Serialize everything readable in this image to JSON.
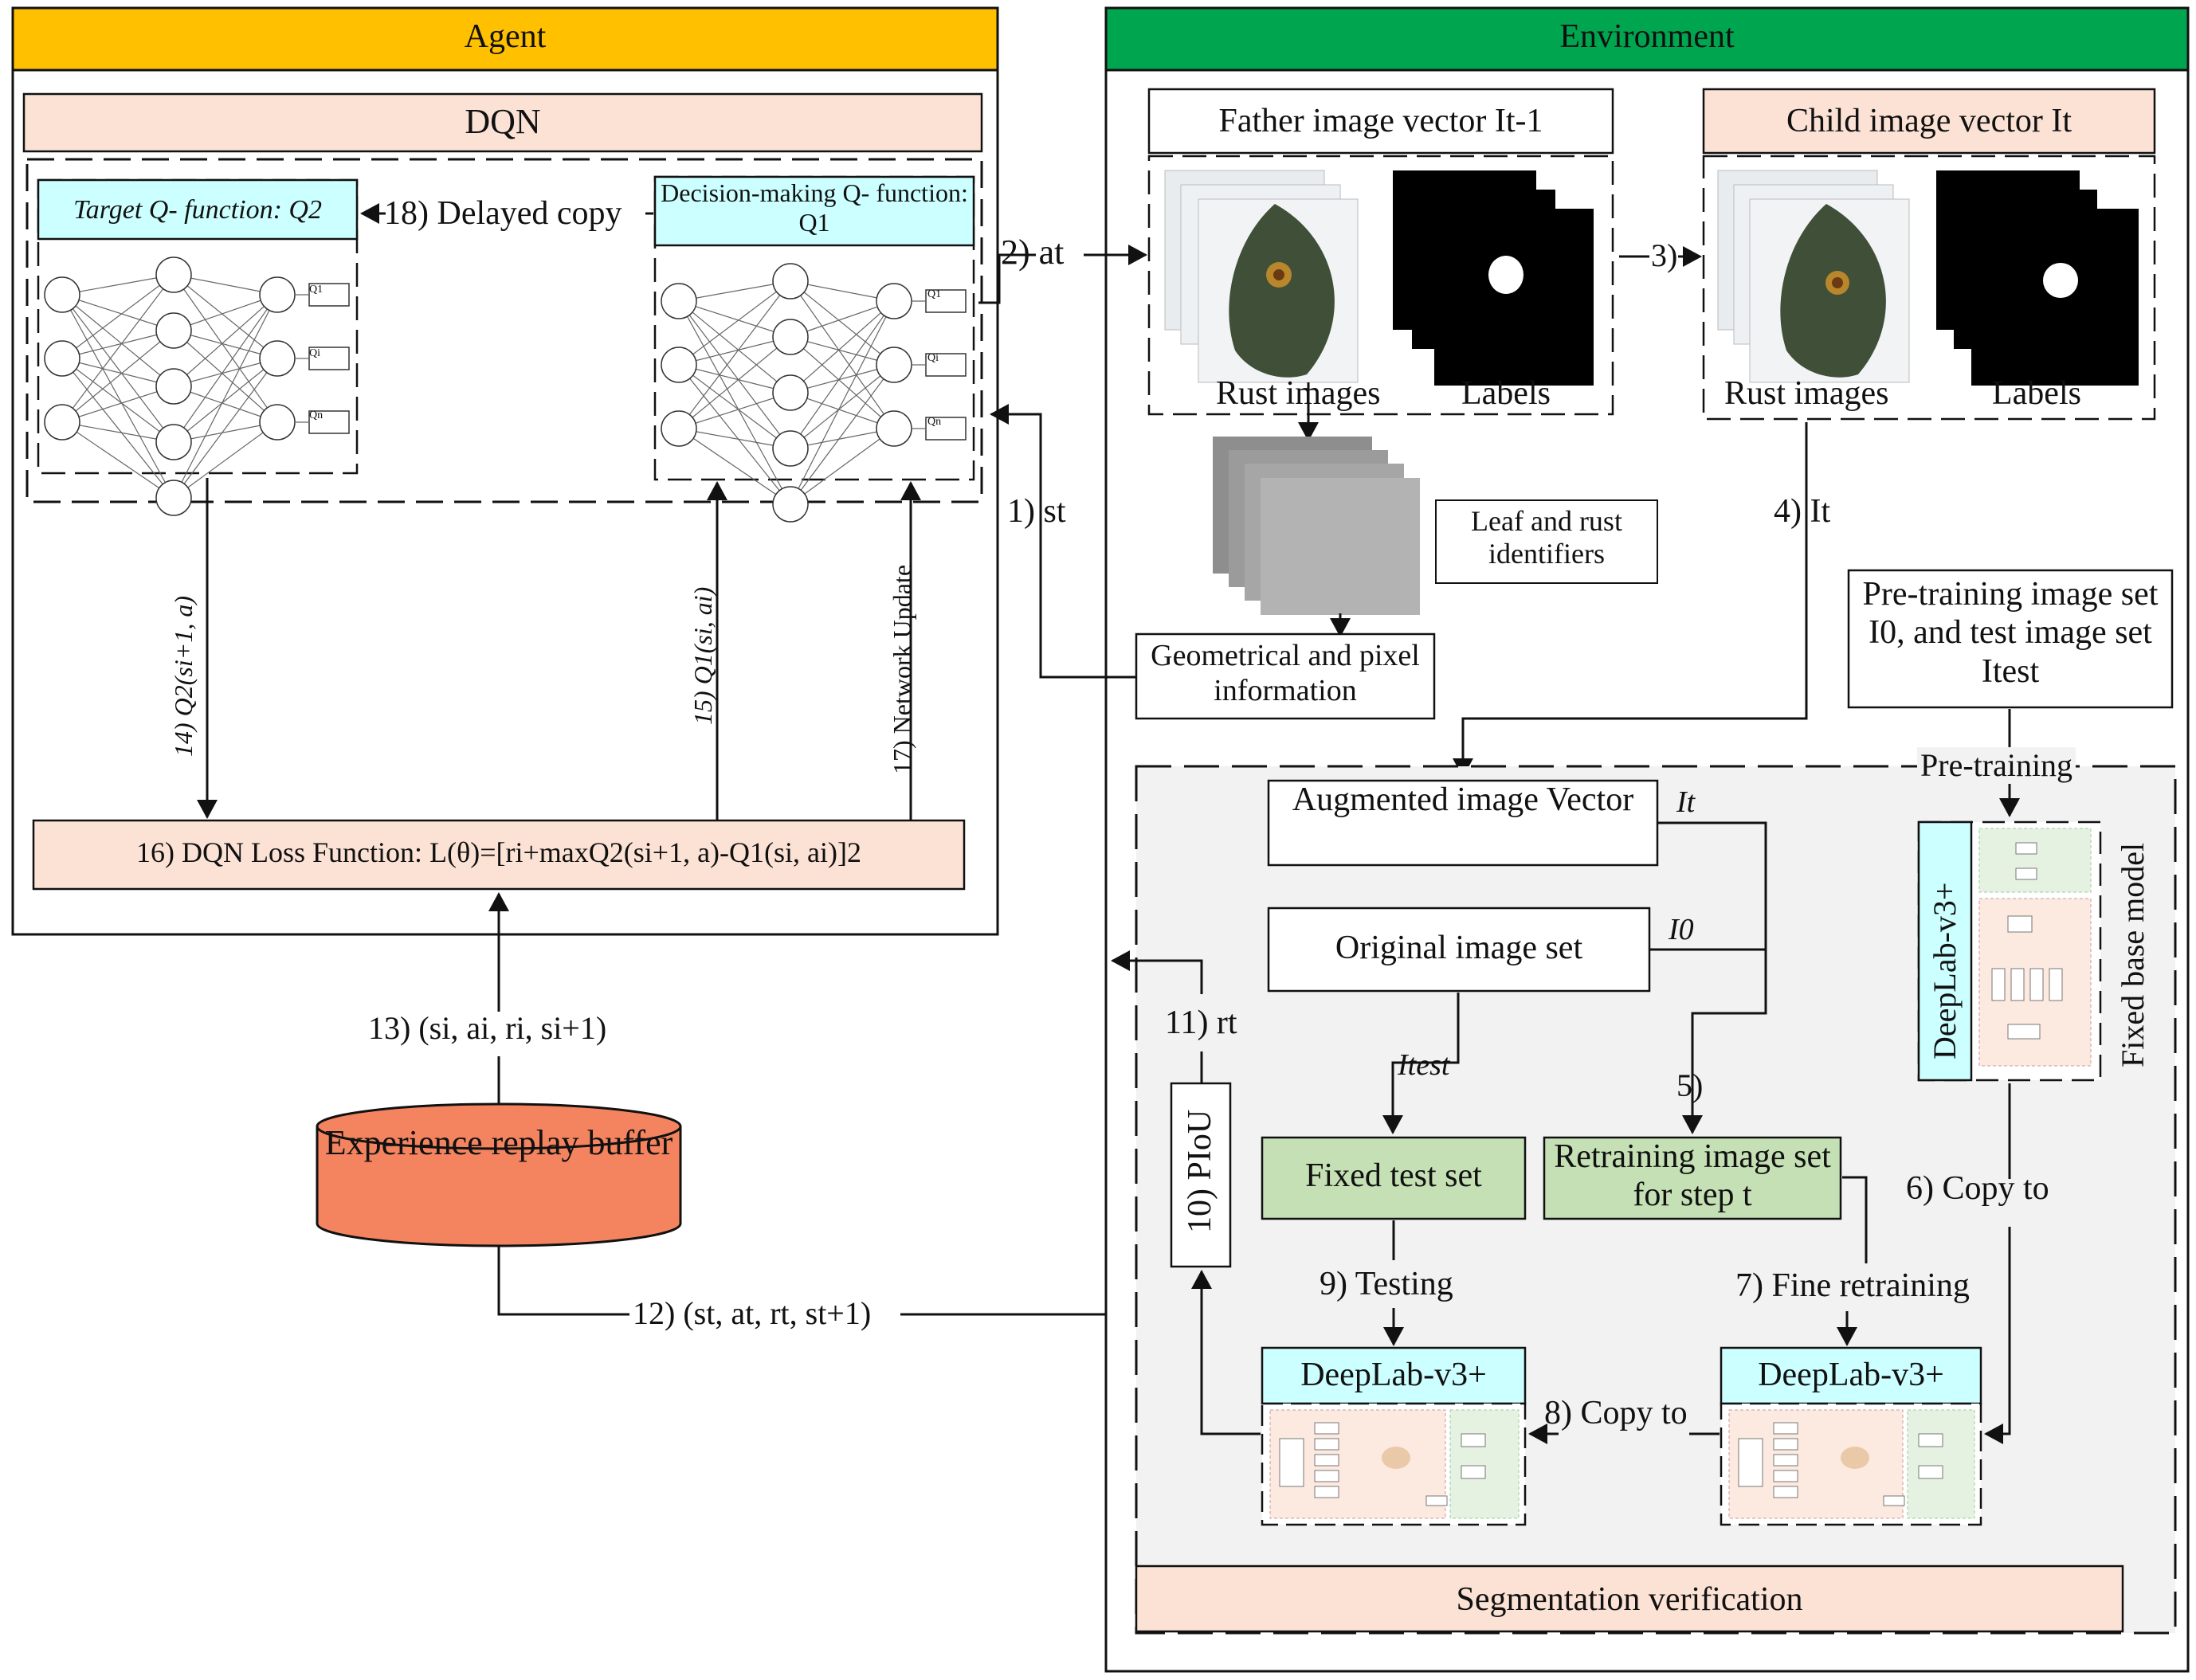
{
  "colors": {
    "agent_header": "#FFC000",
    "environment_header": "#00A550",
    "peach": "#FBE2D5",
    "cyan": "#CCFFFF",
    "green_box": "#C5E0B4",
    "buffer_fill": "#F4845F",
    "gray_panel": "#F2F2F2"
  },
  "agent": {
    "title": "Agent",
    "dqn_title": "DQN",
    "target_q_label": "Target Q- function: Q2",
    "delayed_copy_label": "18) Delayed copy",
    "decision_q_label": "Decision-making Q- function: Q1",
    "q_outputs": [
      "Q1",
      "Qi",
      "Qn"
    ],
    "edge_14": "14) Q2(si+1, a)",
    "edge_15": "15) Q1(si, ai)",
    "edge_17": "17) Network Update",
    "loss_label": "16) DQN Loss Function: L(θ)=[ri+maxQ2(si+1, a)-Q1(si, ai)]2"
  },
  "environment": {
    "title": "Environment",
    "father_vector": "Father image vector It-1",
    "child_vector": "Child image vector It",
    "rust_images": "Rust images",
    "labels": "Labels",
    "leaf_rust_identifiers": "Leaf and rust identifiers",
    "geometrical_info": "Geometrical and pixel information",
    "pretraining_set": "Pre-training image set I0, and test image set Itest",
    "pretraining_label": "Pre-training",
    "fixed_base_model": "Fixed base model",
    "deeplab": "DeepLab-v3+",
    "augmented_vector": "Augmented image Vector",
    "original_set": "Original image set",
    "fixed_test_set": "Fixed test set",
    "retraining_set": "Retraining image set for step t",
    "segmentation_verification": "Segmentation verification",
    "p_iou": "10) PIoU"
  },
  "edges": {
    "a_t": "2) at",
    "step3": "3)",
    "s_t": "1) st",
    "i_t": "4) It",
    "it_small": "It",
    "i0_small": "I0",
    "itest_small": "Itest",
    "step5": "5)",
    "copy_to_6": "6) Copy to",
    "fine_retraining": "7) Fine retraining",
    "copy_to_8": "8) Copy to",
    "testing": "9) Testing",
    "r_t": "11) rt",
    "tuple_12": "12) (st, at, rt, st+1)",
    "tuple_13": "13) (si, ai, ri, si+1)"
  },
  "buffer": {
    "label": "Experience replay buffer"
  }
}
